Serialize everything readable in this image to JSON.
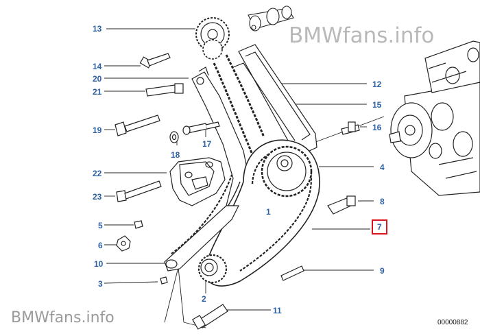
{
  "watermark_top": "BMWfans.info",
  "watermark_bottom": "BMWfans.info",
  "diagram_code": "00000882",
  "parts": {
    "p1": "1",
    "p2": "2",
    "p3": "3",
    "p4": "4",
    "p5": "5",
    "p6": "6",
    "p7": "7",
    "p8": "8",
    "p9": "9",
    "p10": "10",
    "p11": "11",
    "p12": "12",
    "p13": "13",
    "p14": "14",
    "p15": "15",
    "p16": "16",
    "p17": "17",
    "p18": "18",
    "p19": "19",
    "p20": "20",
    "p21": "21",
    "p22": "22",
    "p23": "23"
  },
  "selected_part": "7",
  "colors": {
    "callout": "#2e62a6",
    "highlight": "#d9141c",
    "line": "#222222",
    "watermark": "#b9b9b9"
  }
}
